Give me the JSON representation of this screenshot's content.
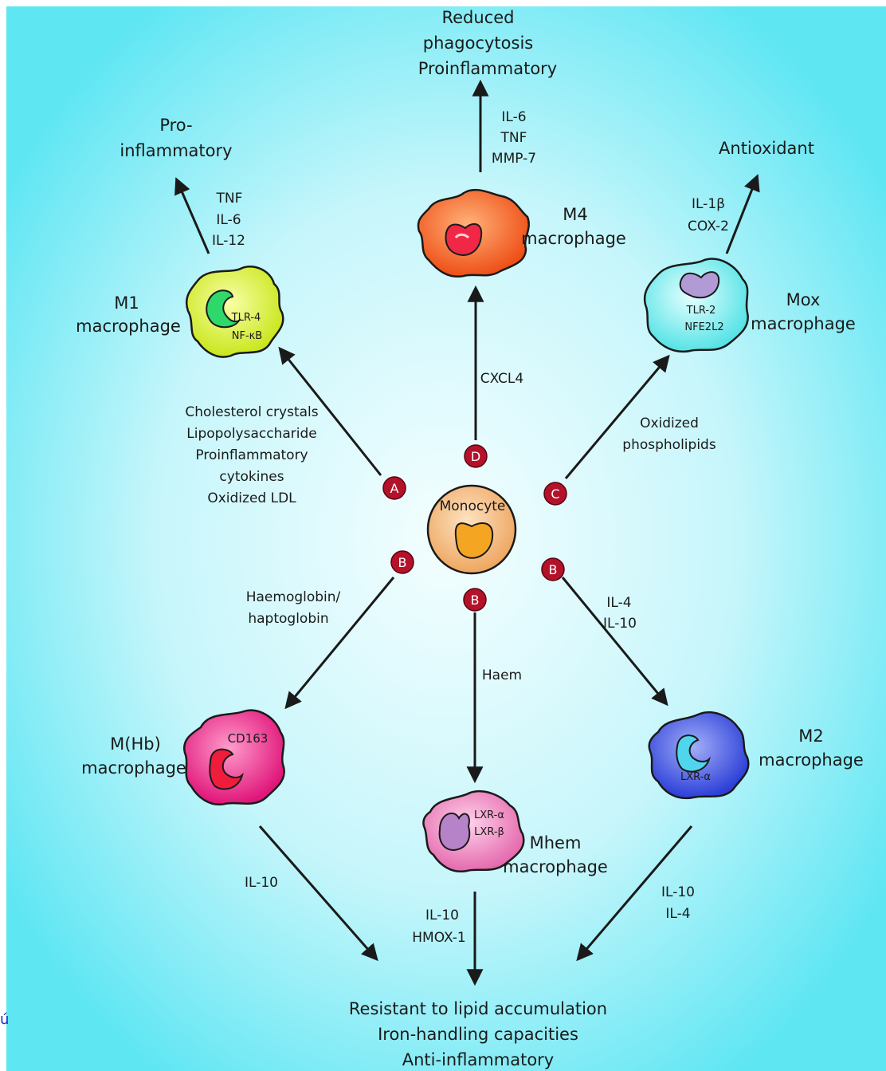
{
  "center": {
    "label": "Monocyte"
  },
  "badges": {
    "a": "A",
    "b1": "B",
    "b2": "B",
    "b3": "B",
    "c": "C",
    "d": "D"
  },
  "m1": {
    "name": [
      "M1",
      "macrophage"
    ],
    "receptors": [
      "TLR-4",
      "NF-κB"
    ],
    "inducers": [
      "Cholesterol crystals",
      "Lipopolysaccharide",
      "Proinflammatory",
      "cytokines",
      "Oxidized LDL"
    ],
    "outputs": [
      "TNF",
      "IL-6",
      "IL-12"
    ],
    "outcome": [
      "Pro-",
      "inflammatory"
    ]
  },
  "m4": {
    "name": [
      "M4",
      "macrophage"
    ],
    "inducer": "CXCL4",
    "outputs": [
      "IL-6",
      "TNF",
      "MMP-7"
    ],
    "outcome": [
      "Reduced",
      "phagocytosis",
      "Proinflammatory"
    ]
  },
  "mox": {
    "name": [
      "Mox",
      "macrophage"
    ],
    "receptors": [
      "TLR-2",
      "NFE2L2"
    ],
    "inducers": [
      "Oxidized",
      "phospholipids"
    ],
    "outputs": [
      "IL-1β",
      "COX-2"
    ],
    "outcome": "Antioxidant"
  },
  "mhb": {
    "name": [
      "M(Hb)",
      "macrophage"
    ],
    "receptor": "CD163",
    "inducers": [
      "Haemoglobin/",
      "haptoglobin"
    ],
    "outputs": [
      "IL-10"
    ]
  },
  "mhem": {
    "name": [
      "Mhem",
      "macrophage"
    ],
    "receptors": [
      "LXR-α",
      "LXR-β"
    ],
    "inducer": "Haem",
    "outputs": [
      "IL-10",
      "HMOX-1"
    ]
  },
  "m2": {
    "name": [
      "M2",
      "macrophage"
    ],
    "receptor": "LXR-α",
    "inducers": [
      "IL-4",
      "IL-10"
    ],
    "outputs": [
      "IL-10",
      "IL-4"
    ]
  },
  "bottom_outcome": [
    "Resistant to lipid accumulation",
    "Iron-handling capacities",
    "Anti-inflammatory"
  ],
  "stray_char": "ú",
  "colors": {
    "bg_edge": "#5ee6f2",
    "bg_center": "#eafcff",
    "m1": "#d8f02a",
    "m4": "#f05a1e",
    "mox": "#7ff0ee",
    "mhb": "#e6207e",
    "mhem": "#e879b4",
    "m2": "#3b4fe0",
    "monocyte": "#f2b97c",
    "badge": "#b3122a"
  }
}
